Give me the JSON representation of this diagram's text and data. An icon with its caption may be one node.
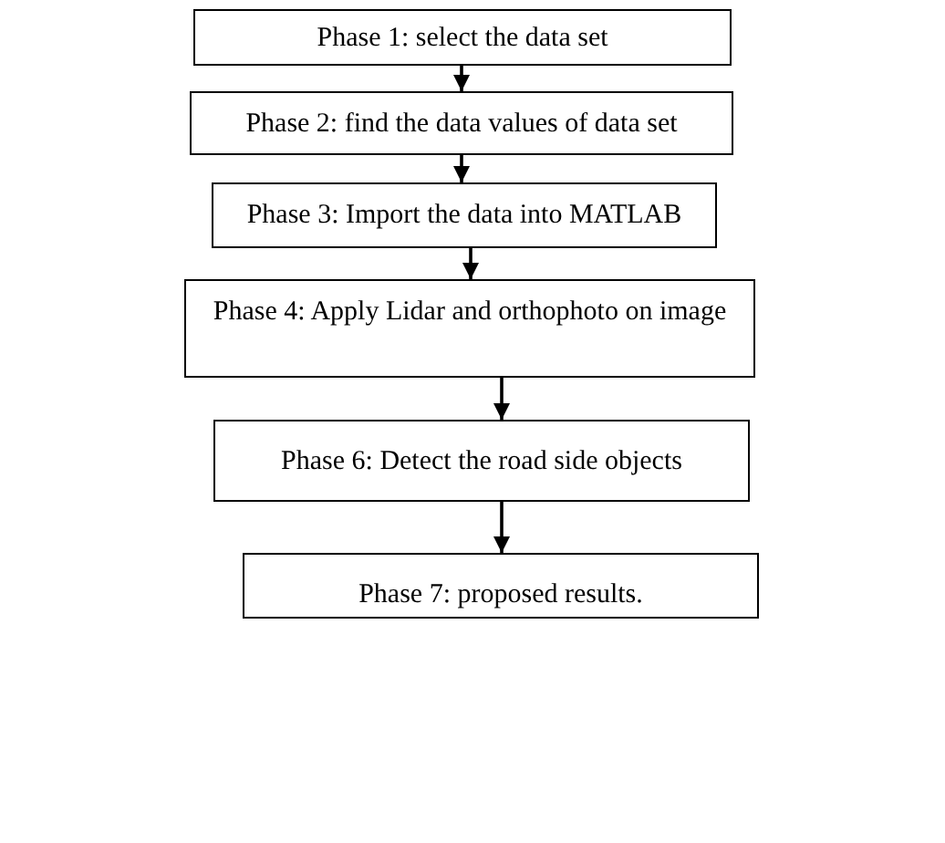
{
  "diagram": {
    "nodes": [
      {
        "text": [
          "Phase 1: select the data set"
        ]
      },
      {
        "text": [
          "Phase 2: find the data values of data set"
        ]
      },
      {
        "text": [
          "Phase 3: Import the data into MATLAB"
        ]
      },
      {
        "text": [
          "Phase 4: Apply Lidar and orthophoto on image"
        ]
      },
      {
        "text": [
          "Phase 6: Detect the road side objects"
        ]
      },
      {
        "text": [
          "Phase 7: proposed results."
        ]
      }
    ],
    "edges": [
      {
        "from": 0,
        "to": 1,
        "arrow": "to"
      },
      {
        "from": 1,
        "to": 2,
        "arrow": "to"
      },
      {
        "from": 2,
        "to": 3,
        "arrow": "to"
      },
      {
        "from": 3,
        "to": 4,
        "arrow": "to"
      },
      {
        "from": 4,
        "to": 5,
        "arrow": "to"
      }
    ]
  }
}
